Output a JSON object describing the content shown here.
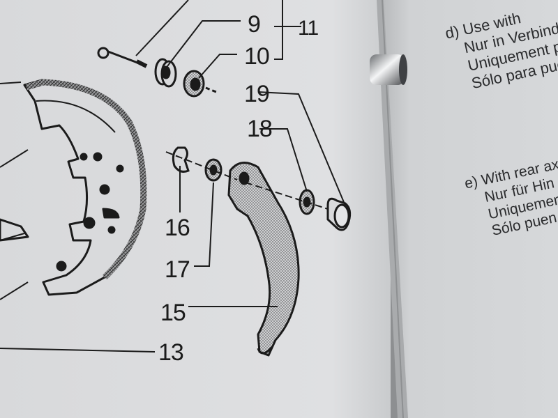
{
  "labels": {
    "n9": "9",
    "n10": "10",
    "n11": "11",
    "n19": "19",
    "n18": "18",
    "n16": "16",
    "n17": "17",
    "n15": "15",
    "n13": "13"
  },
  "note_d": {
    "line1": "d) Use with",
    "line2": "Nur in Verbind",
    "line3": "Uniquement p",
    "line4": "Sólo para pue"
  },
  "note_e": {
    "line1": "e) With rear ax",
    "line2": "Nur für Hin",
    "line3": "Uniquemen",
    "line4": "Sólo puen"
  },
  "colors": {
    "page_left": "#dcdddf",
    "page_right": "#d3d5d7",
    "ink": "#1b1b1b"
  }
}
